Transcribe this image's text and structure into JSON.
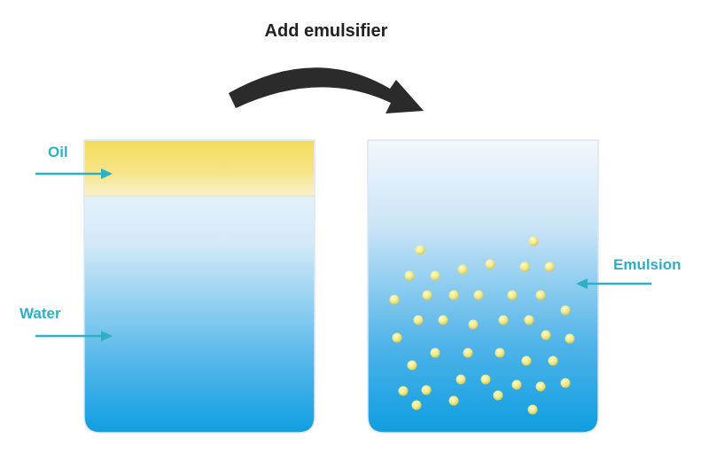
{
  "title": "Add emulsifier",
  "labels": {
    "oil": "Oil",
    "water": "Water",
    "emulsion": "Emulsion"
  },
  "colors": {
    "water_top": "#eef6fc",
    "water_bottom": "#12a2e2",
    "oil_top": "#f1d44a",
    "oil_bottom": "#f8eec2",
    "droplet": "#f0e88a",
    "arrow_label": "#2eb0c4",
    "process_arrow": "#2b2b2b"
  },
  "icons": {
    "process": "curved-arrow-icon",
    "pointer": "arrow-right-icon"
  }
}
